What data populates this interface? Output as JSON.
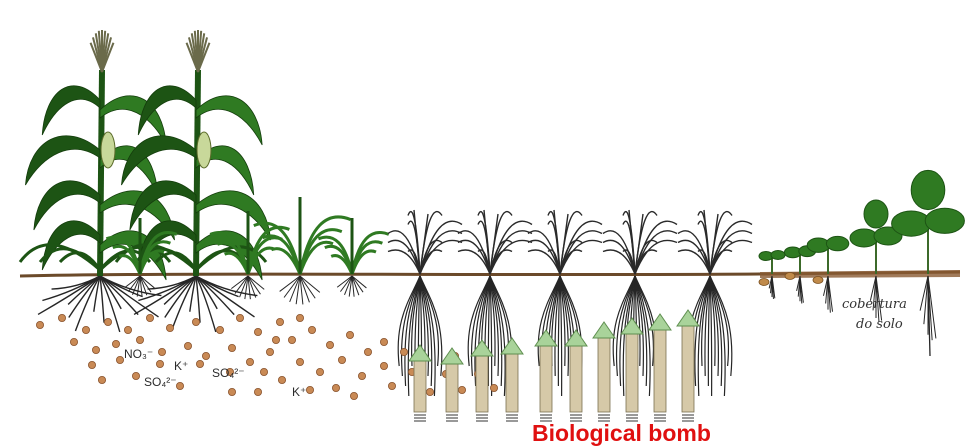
{
  "figure": {
    "labels": {
      "no3": "NO₃⁻",
      "k1": "K⁺",
      "so4_left": "SO₄²⁻",
      "so4_right": "SO₄²⁻",
      "k2": "K⁺",
      "soil_cover_line1": "cobertura",
      "soil_cover_line2": "do solo",
      "caption": "Biological bomb"
    },
    "colors": {
      "caption": "#e01010",
      "ground": "#6b4a2a",
      "leaf": "#2f7a22",
      "leaf_dark": "#1d5414",
      "grass": "#2a2a2a",
      "root": "#262626",
      "nutrient": "#c98a55",
      "arrow_fill": "#a9d39a",
      "arrow_shaft": "#d6c9a8"
    },
    "icons": [
      "corn-plant-icon",
      "grass-plant-icon",
      "seedling-icon",
      "nutrient-pellet-icon",
      "upward-arrow-icon"
    ]
  }
}
